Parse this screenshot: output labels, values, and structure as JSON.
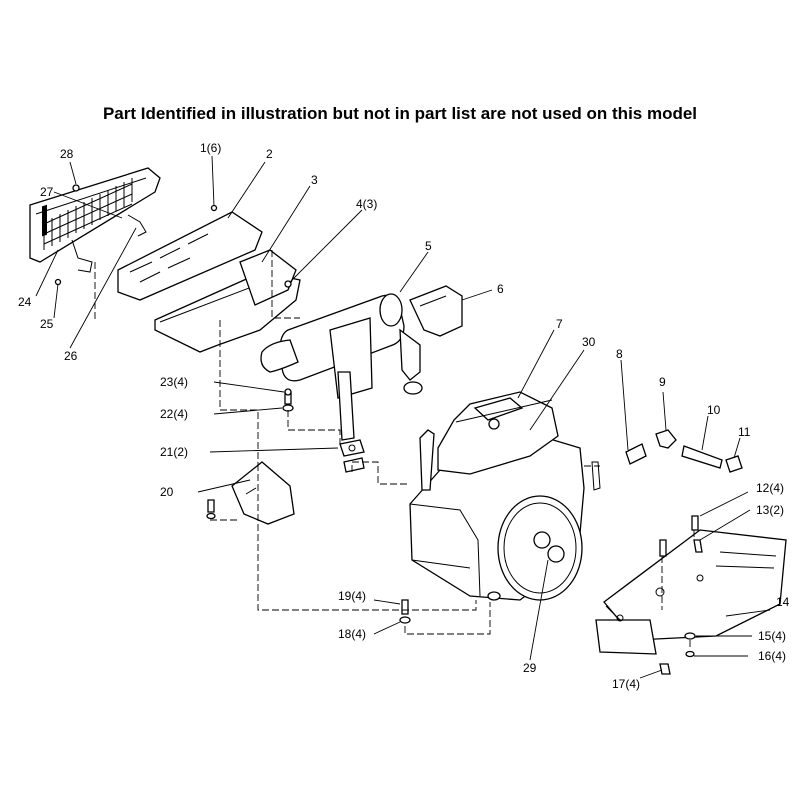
{
  "title": "Part Identified in illustration but not in part list are not used on this model",
  "callouts": {
    "c1": "1(6)",
    "c2": "2",
    "c3": "3",
    "c4": "4(3)",
    "c5": "5",
    "c6": "6",
    "c7": "7",
    "c8": "8",
    "c9": "9",
    "c10": "10",
    "c11": "11",
    "c12": "12(4)",
    "c13": "13(2)",
    "c14": "14",
    "c15": "15(4)",
    "c16": "16(4)",
    "c17": "17(4)",
    "c18": "18(4)",
    "c19": "19(4)",
    "c20": "20",
    "c21": "21(2)",
    "c22": "22(4)",
    "c23": "23(4)",
    "c24": "24",
    "c25": "25",
    "c26": "26",
    "c27": "27",
    "c28": "28",
    "c29": "29",
    "c30": "30"
  }
}
